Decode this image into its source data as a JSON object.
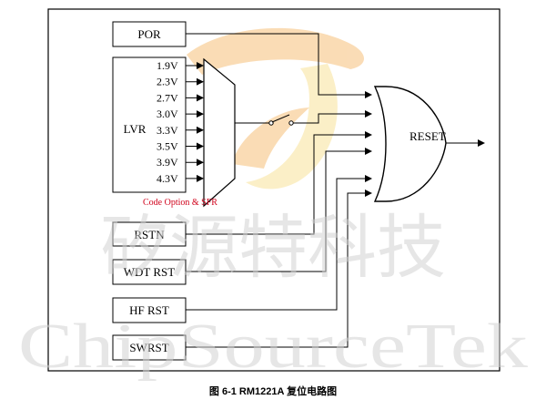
{
  "diagram": {
    "blocks": {
      "por": "POR",
      "lvr": "LVR",
      "rstn": "RSTN",
      "wdt_rst": "WDT RST",
      "hf_rst": "HF RST",
      "swrst": "SWRST"
    },
    "lvr_voltages": [
      "1.9V",
      "2.3V",
      "2.7V",
      "3.0V",
      "3.3V",
      "3.5V",
      "3.9V",
      "4.3V"
    ],
    "mux_label": "Code Option & SFR",
    "output_label": "RESET",
    "colors": {
      "line": "#000000",
      "mux_label": "#d0021b",
      "watermark_text": "#d2d2d2",
      "watermark_logo_orange": "#f6c07a",
      "watermark_logo_yellow": "#f8e39a"
    }
  },
  "watermark": {
    "line1": "矽源特科技",
    "line2": "ChipSourceTek"
  },
  "caption": "图 6-1 RM1221A 复位电路图"
}
